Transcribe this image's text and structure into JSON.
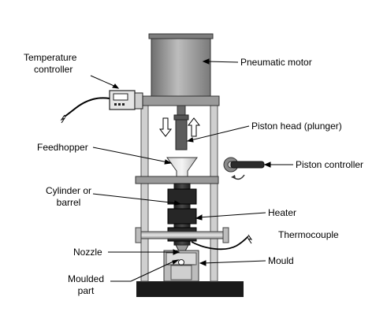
{
  "labels": {
    "temperature_controller": [
      "Temperature",
      "controller"
    ],
    "pneumatic_motor": "Pneumatic motor",
    "piston_head": "Piston head (plunger)",
    "feedhopper": "Feedhopper",
    "piston_controller": "Piston controller",
    "cylinder": [
      "Cylinder or",
      "barrel"
    ],
    "heater": "Heater",
    "thermocouple": "Thermocouple",
    "nozzle": "Nozzle",
    "mould": "Mould",
    "moulded_part": [
      "Moulded",
      "part"
    ]
  },
  "colors": {
    "motor_body": "#9a9a9a",
    "frame": "#8f8f8f",
    "dark": "#3c3c3c",
    "heater": "#2a2a2a",
    "line": "#000000"
  }
}
